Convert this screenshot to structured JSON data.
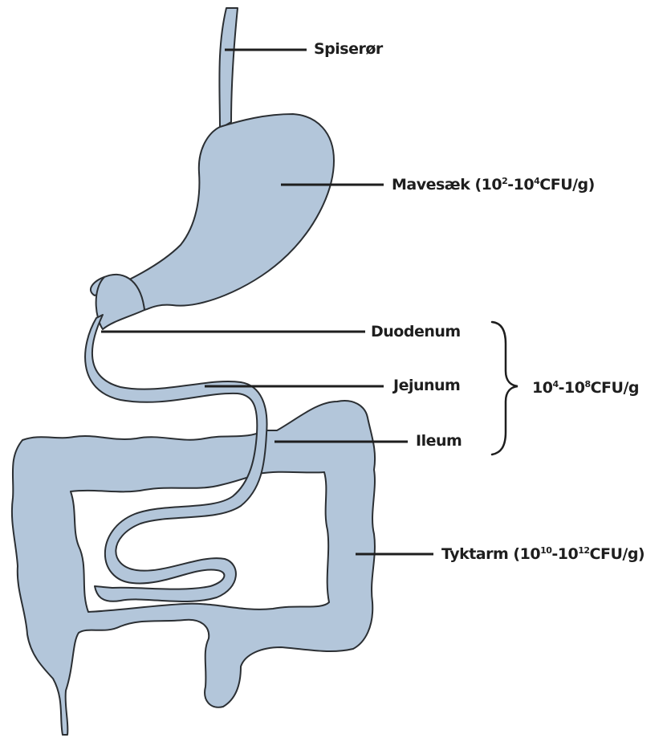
{
  "colors": {
    "organ": "#b3c6da",
    "outline": "#2b2f33",
    "ink": "#1e1e1e"
  },
  "labels": {
    "esophagus": {
      "text": "Spiserør"
    },
    "stomach": {
      "name": "Mavesæk (",
      "exp1_base": "10",
      "exp1": "2",
      "mid": "-",
      "exp2_base": "10",
      "exp2": "4",
      "unit": "CFU/g)"
    },
    "duodenum": {
      "text": "Duodenum"
    },
    "jejunum": {
      "text": "Jejunum"
    },
    "ileum": {
      "text": "Ileum"
    },
    "small_intestine_count": {
      "exp1_base": "10",
      "exp1": "4",
      "mid": "-",
      "exp2_base": "10",
      "exp2": "8",
      "unit": "CFU/g"
    },
    "colon": {
      "name": "Tyktarm (",
      "exp1_base": "10",
      "exp1": "10",
      "mid": "-",
      "exp2_base": "10",
      "exp2": "12",
      "unit": "CFU/g)"
    }
  }
}
